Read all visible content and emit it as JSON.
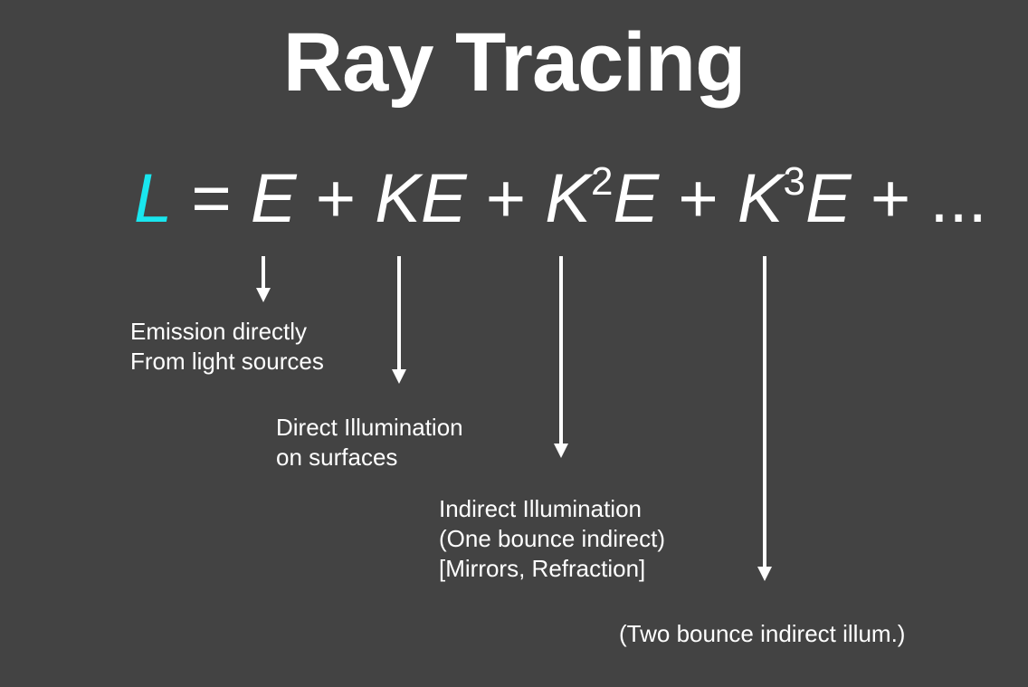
{
  "title": "Ray Tracing",
  "equation": {
    "lhs": "L",
    "equals": "=",
    "t1_var": "E",
    "plus1": "+",
    "t2_var": "KE",
    "plus2": "+",
    "t3_k": "K",
    "t3_exp": "2",
    "t3_e": "E",
    "plus3": "+",
    "t4_k": "K",
    "t4_exp": "3",
    "t4_e": "E",
    "plus4": "+",
    "ellipsis": "...",
    "lhs_color": "#19e6ee"
  },
  "labels": {
    "emission": [
      "Emission directly",
      "From light sources"
    ],
    "direct": [
      "Direct Illumination",
      "on surfaces"
    ],
    "indirect": [
      "Indirect Illumination",
      "(One bounce indirect)",
      "[Mirrors, Refraction]"
    ],
    "two_bounce": [
      "(Two bounce indirect illum.)"
    ]
  }
}
